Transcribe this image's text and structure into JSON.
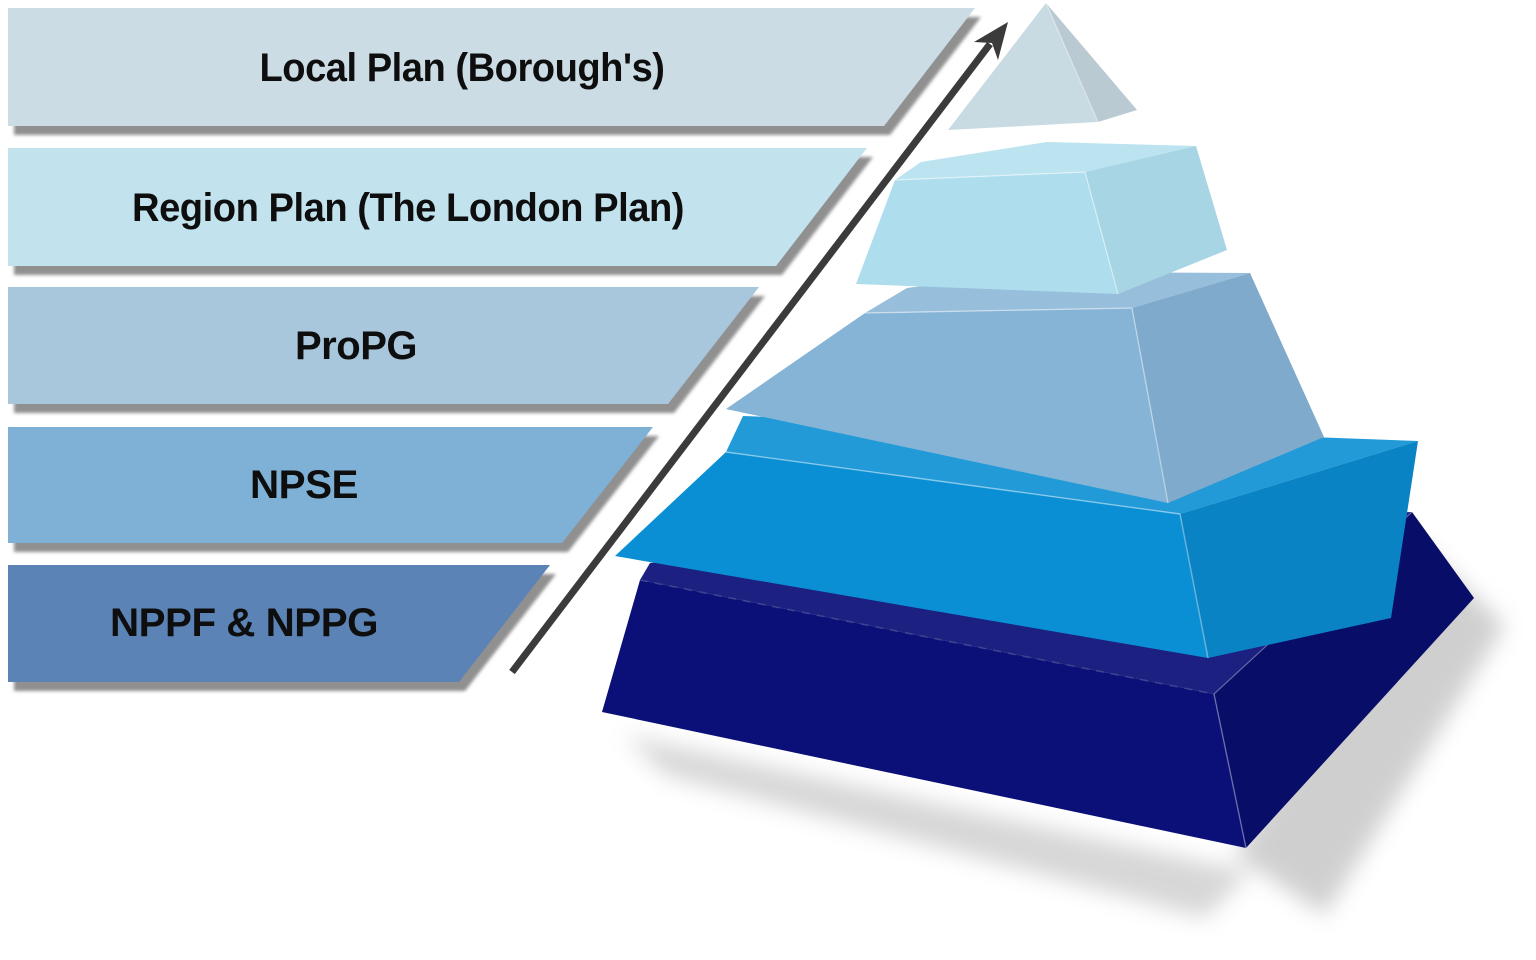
{
  "diagram": {
    "background": "#ffffff",
    "text_color": "#0e0e0e",
    "arrow_color": "#3b3b3b",
    "bar_shadow_color": "#8a8a8a",
    "levels": [
      {
        "label": "Local Plan (Borough's)",
        "bar_color": "#cbdce4",
        "pyramid_color": "#c8dae2"
      },
      {
        "label": "Region Plan (The London Plan)",
        "bar_color": "#c2e2ee",
        "pyramid_color": "#aedeee"
      },
      {
        "label": "ProPG",
        "bar_color": "#a8c6dc",
        "pyramid_color": "#86b4d6"
      },
      {
        "label": "NPSE",
        "bar_color": "#7fb0d5",
        "pyramid_color": "#0a8fd4"
      },
      {
        "label": "NPPF & NPPG",
        "bar_color": "#5b83b5",
        "pyramid_color": "#0a1078"
      }
    ]
  }
}
